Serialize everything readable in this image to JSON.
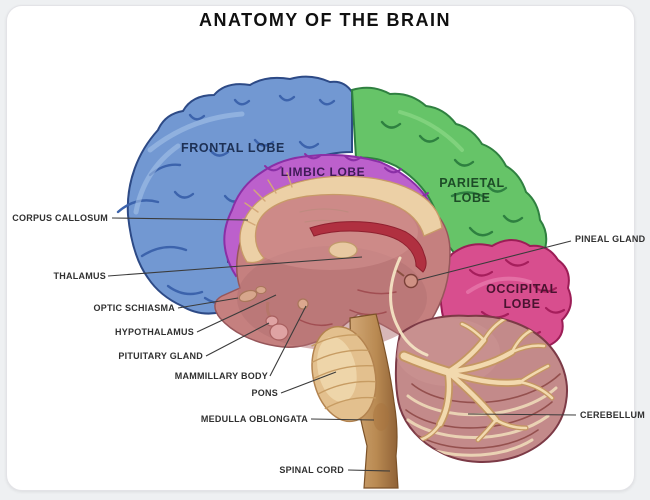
{
  "title": "ANATOMY OF THE BRAIN",
  "regions": {
    "frontal": "FRONTAL LOBE",
    "limbic": "LIMBIC LOBE",
    "parietal": "PARIETAL LOBE",
    "occipital": "OCCIPITAL LOBE"
  },
  "callouts": {
    "left": [
      "CORPUS CALLOSUM",
      "THALAMUS",
      "OPTIC SCHIASMA",
      "HYPOTHALAMUS",
      "PITUITARY GLAND",
      "MAMMILLARY BODY",
      "PONS",
      "MEDULLA OBLONGATA",
      "SPINAL CORD"
    ],
    "right": [
      "PINEAL GLAND",
      "CEREBELLUM"
    ]
  },
  "colors": {
    "frontal_lobe": "#7298d2",
    "parietal_lobe": "#66c468",
    "limbic_lobe": "#bc60cc",
    "occipital_lobe": "#d84e8e",
    "inner_brain": "#c5807f",
    "corpus_callosum": "#ecd0a6",
    "brainstem": "#c09263",
    "cerebellum": "#c38a8a",
    "frontal_text": "#1d3054",
    "limbic_text": "#3f1a57",
    "parietal_text": "#1d4c27",
    "occipital_text": "#4a1330",
    "callout_text": "#303030",
    "line": "#3b3b3b",
    "card_bg": "#ffffff",
    "page_bg": "#eef0f2"
  }
}
